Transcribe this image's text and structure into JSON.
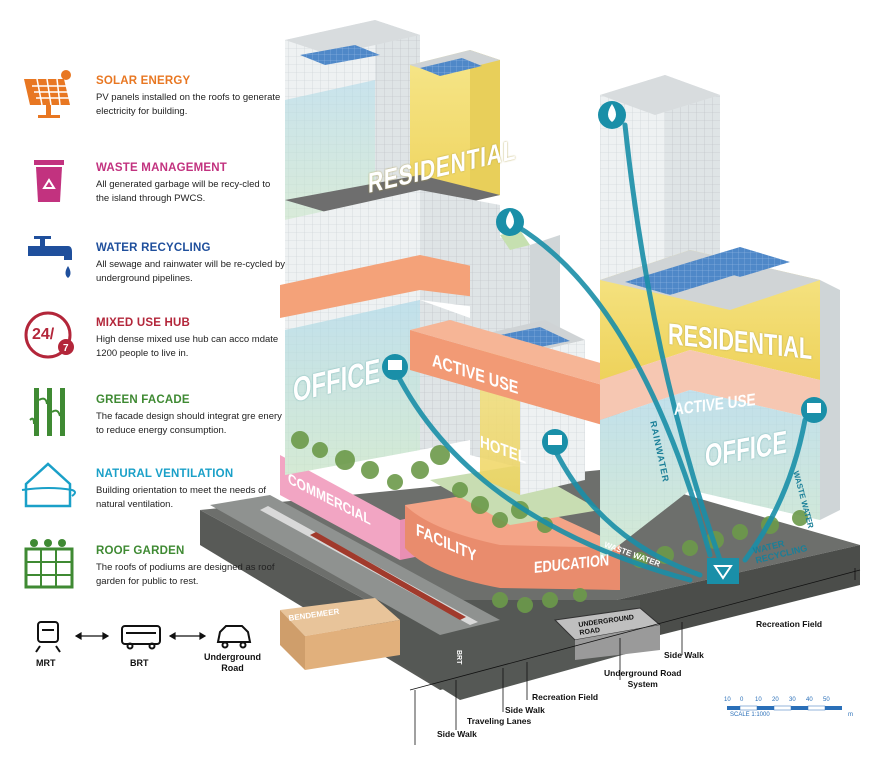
{
  "legend": [
    {
      "key": "solar",
      "title": "SOLAR ENERGY",
      "color": "#e87722",
      "icon": "solar-panel-icon",
      "desc": "PV panels installed on the roofs to generate electricity for building."
    },
    {
      "key": "waste",
      "title": "WASTE MANAGEMENT",
      "color": "#c2327f",
      "icon": "recycle-bin-icon",
      "desc": "All  generated garbage will be recy-cled to the island through PWCS."
    },
    {
      "key": "water",
      "title": "WATER RECYCLING",
      "color": "#1f4f9c",
      "icon": "water-tap-icon",
      "desc": "All sewage and rainwater will be re-cycled by underground pipelines."
    },
    {
      "key": "mixed",
      "title": "MIXED USE HUB",
      "color": "#b3263a",
      "icon": "24-7-icon",
      "desc": "High dense mixed use hub can acco mdate 1200 people to live in."
    },
    {
      "key": "green",
      "title": "GREEN FACADE",
      "color": "#3f8a33",
      "icon": "bamboo-icon",
      "desc": "The facade design should integrat gre enery to reduce energy consumption."
    },
    {
      "key": "vent",
      "title": "NATURAL VENTILATION",
      "color": "#1aa0c8",
      "icon": "house-wind-icon",
      "desc": "Building orientation to meet the needs of natural ventilation."
    },
    {
      "key": "roof",
      "title": "ROOF GARDEN",
      "color": "#3f8a33",
      "icon": "roof-garden-icon",
      "desc": "The roofs of podiums are designed as roof garden for public to rest."
    }
  ],
  "transport": {
    "mrt": "MRT",
    "brt": "BRT",
    "road": "Underground\nRoad"
  },
  "buildings": {
    "residential_left": "RESIDENTIAL",
    "residential_right": "RESIDENTIAL",
    "office_left": "OFFICE",
    "office_right": "OFFICE",
    "active_use_center": "ACTIVE USE",
    "active_use_right": "ACTIVE USE",
    "hotel": "HOTEL",
    "commercial": "COMMERCIAL",
    "facility": "FACILITY",
    "education": "EDUCATION",
    "rainwater": "RAINWATER",
    "waste_water_right": "WASTE WATER",
    "waste_water_bottom": "WASTE WATER",
    "water_recycling": "WATER\nRECYCLING",
    "underground_road_box": "UNDERGROUND\nROAD",
    "bendemeer": "BENDEMEER",
    "brt_lane": "BRT"
  },
  "ground_labels": {
    "recreation_field_right": "Recreation Field",
    "side_walk_right": "Side Walk",
    "underground_road_system": "Underground Road\nSystem",
    "recreation_field_left": "Recreation Field",
    "side_walk_mid": "Side Walk",
    "traveling_lanes": "Traveling Lanes",
    "side_walk_left": "Side Walk"
  },
  "scale": {
    "ticks": [
      "10",
      "0",
      "10",
      "20",
      "30",
      "40",
      "50"
    ],
    "unit": "m",
    "caption": "SCALE 1:1000"
  }
}
